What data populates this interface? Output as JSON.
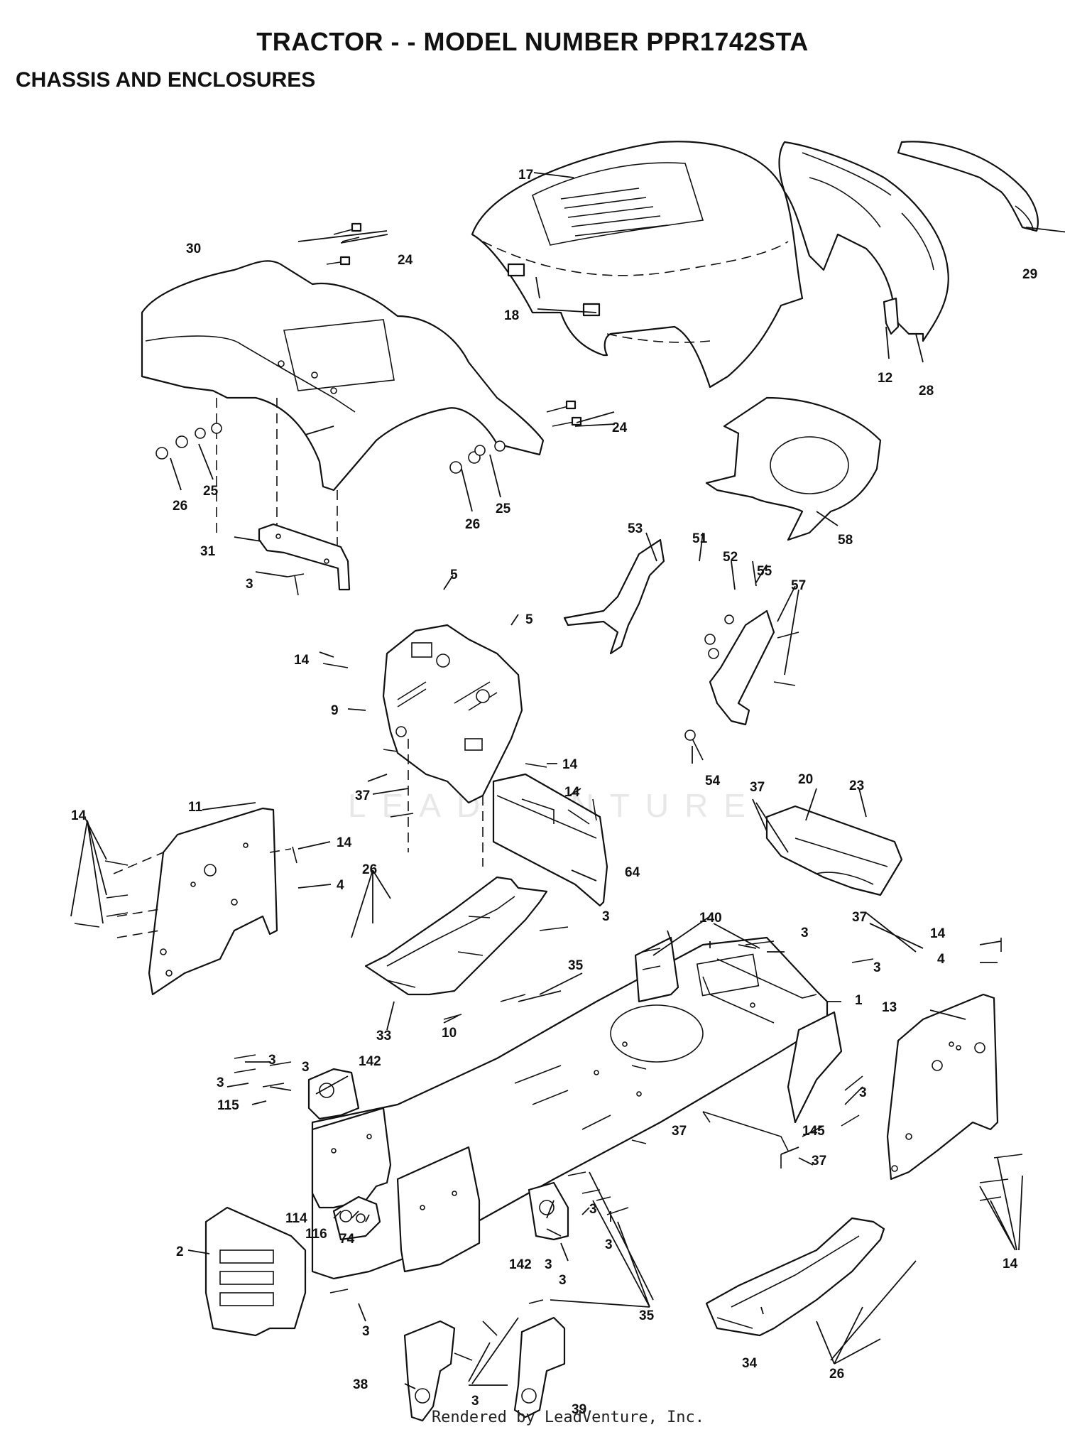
{
  "header": {
    "title": "TRACTOR - - MODEL NUMBER PPR1742STA",
    "subtitle": "CHASSIS AND ENCLOSURES"
  },
  "watermark": "LEADVENTURE",
  "footer": "Rendered by LeadVenture, Inc.",
  "callouts": [
    {
      "id": "c17",
      "text": "17"
    },
    {
      "id": "c30",
      "text": "30"
    },
    {
      "id": "c24a",
      "text": "24"
    },
    {
      "id": "c18",
      "text": "18"
    },
    {
      "id": "c29",
      "text": "29"
    },
    {
      "id": "c12",
      "text": "12"
    },
    {
      "id": "c28",
      "text": "28"
    },
    {
      "id": "c24b",
      "text": "24"
    },
    {
      "id": "c25a",
      "text": "25"
    },
    {
      "id": "c26a",
      "text": "26"
    },
    {
      "id": "c25b",
      "text": "25"
    },
    {
      "id": "c26b",
      "text": "26"
    },
    {
      "id": "c58",
      "text": "58"
    },
    {
      "id": "c53",
      "text": "53"
    },
    {
      "id": "c51",
      "text": "51"
    },
    {
      "id": "c52",
      "text": "52"
    },
    {
      "id": "c55",
      "text": "55"
    },
    {
      "id": "c57",
      "text": "57"
    },
    {
      "id": "c31",
      "text": "31"
    },
    {
      "id": "c3a",
      "text": "3"
    },
    {
      "id": "c5a",
      "text": "5"
    },
    {
      "id": "c5b",
      "text": "5"
    },
    {
      "id": "c14a",
      "text": "14"
    },
    {
      "id": "c9",
      "text": "9"
    },
    {
      "id": "c54",
      "text": "54"
    },
    {
      "id": "c14b",
      "text": "14"
    },
    {
      "id": "c14c",
      "text": "14"
    },
    {
      "id": "c37a",
      "text": "37"
    },
    {
      "id": "c37b",
      "text": "37"
    },
    {
      "id": "c20",
      "text": "20"
    },
    {
      "id": "c23",
      "text": "23"
    },
    {
      "id": "c11",
      "text": "11"
    },
    {
      "id": "c14d",
      "text": "14"
    },
    {
      "id": "c14e",
      "text": "14"
    },
    {
      "id": "c4a",
      "text": "4"
    },
    {
      "id": "c26c",
      "text": "26"
    },
    {
      "id": "c64",
      "text": "64"
    },
    {
      "id": "c37c",
      "text": "37"
    },
    {
      "id": "c3b",
      "text": "3"
    },
    {
      "id": "c140",
      "text": "140"
    },
    {
      "id": "c3c",
      "text": "3"
    },
    {
      "id": "c14f",
      "text": "14"
    },
    {
      "id": "c35a",
      "text": "35"
    },
    {
      "id": "c3d",
      "text": "3"
    },
    {
      "id": "c4b",
      "text": "4"
    },
    {
      "id": "c1",
      "text": "1"
    },
    {
      "id": "c13",
      "text": "13"
    },
    {
      "id": "c33",
      "text": "33"
    },
    {
      "id": "c10",
      "text": "10"
    },
    {
      "id": "c3e",
      "text": "3"
    },
    {
      "id": "c3f",
      "text": "3"
    },
    {
      "id": "c142a",
      "text": "142"
    },
    {
      "id": "c3g",
      "text": "3"
    },
    {
      "id": "c115",
      "text": "115"
    },
    {
      "id": "c3h",
      "text": "3"
    },
    {
      "id": "c37d",
      "text": "37"
    },
    {
      "id": "c145",
      "text": "145"
    },
    {
      "id": "c37e",
      "text": "37"
    },
    {
      "id": "c114",
      "text": "114"
    },
    {
      "id": "c116",
      "text": "116"
    },
    {
      "id": "c74",
      "text": "74"
    },
    {
      "id": "c2",
      "text": "2"
    },
    {
      "id": "c3i",
      "text": "3"
    },
    {
      "id": "c142b",
      "text": "142"
    },
    {
      "id": "c3j",
      "text": "3"
    },
    {
      "id": "c3k",
      "text": "3"
    },
    {
      "id": "c3l",
      "text": "3"
    },
    {
      "id": "c35b",
      "text": "35"
    },
    {
      "id": "c14g",
      "text": "14"
    },
    {
      "id": "c3m",
      "text": "3"
    },
    {
      "id": "c38",
      "text": "38"
    },
    {
      "id": "c3n",
      "text": "3"
    },
    {
      "id": "c39",
      "text": "39"
    },
    {
      "id": "c34",
      "text": "34"
    },
    {
      "id": "c26d",
      "text": "26"
    }
  ]
}
